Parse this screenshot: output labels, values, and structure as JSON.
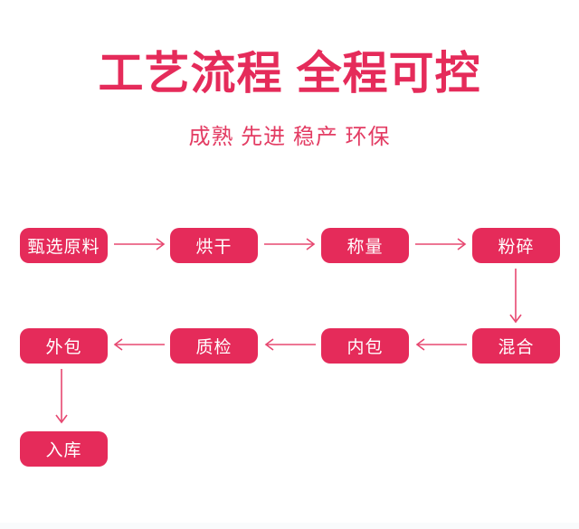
{
  "header": {
    "title": "工艺流程 全程可控",
    "subtitle": "成熟 先进 稳产 环保"
  },
  "flow": {
    "nodes": [
      {
        "id": "select-materials",
        "label": "甄选原料"
      },
      {
        "id": "drying",
        "label": "烘干"
      },
      {
        "id": "weighing",
        "label": "称量"
      },
      {
        "id": "crushing",
        "label": "粉碎"
      },
      {
        "id": "mixing",
        "label": "混合"
      },
      {
        "id": "inner-packing",
        "label": "内包"
      },
      {
        "id": "quality-inspection",
        "label": "质检"
      },
      {
        "id": "outer-packing",
        "label": "外包"
      },
      {
        "id": "warehousing",
        "label": "入库"
      }
    ],
    "colors": {
      "accent": "#e52b5a",
      "node_background": "#e52b5a",
      "node_text": "#ffffff",
      "arrow": "#e74871"
    }
  }
}
